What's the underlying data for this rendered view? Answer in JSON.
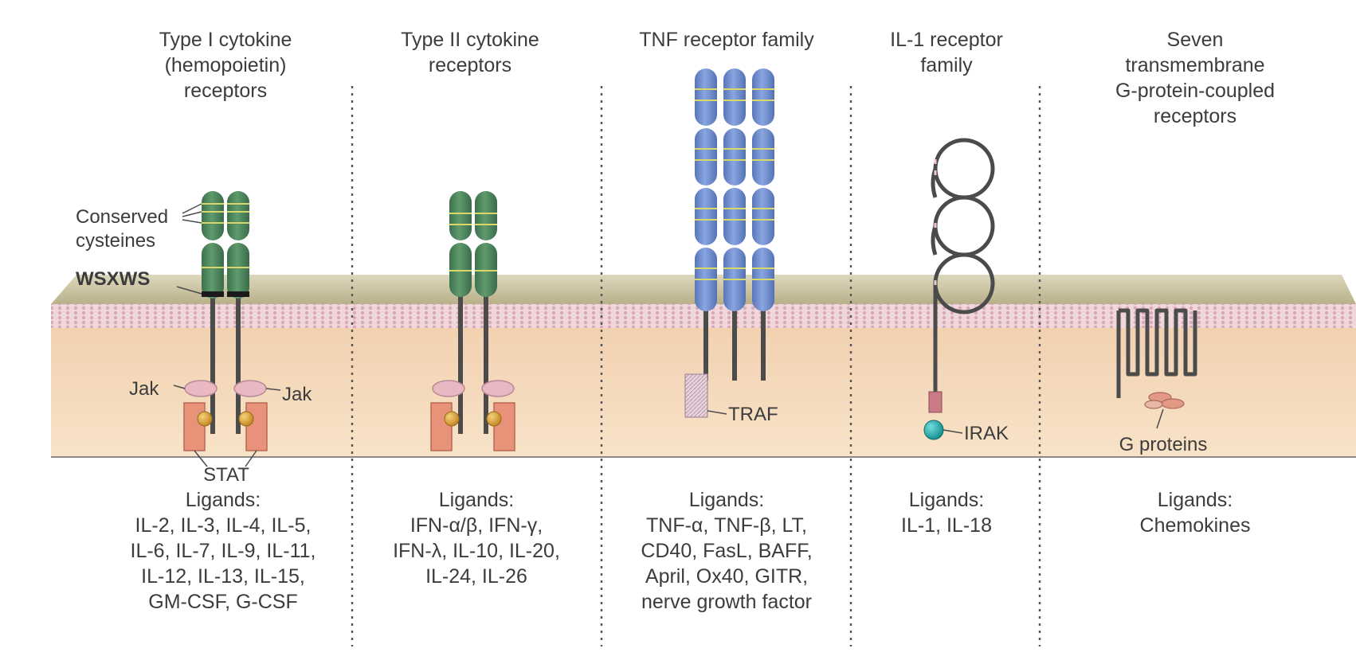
{
  "colors": {
    "receptor_green": "#4f8a5e",
    "receptor_blue": "#6f8fd0",
    "band_yellow": "#d8d86a",
    "membrane_top": "#c9c3a1",
    "membrane_stripe": "#e3bcc7",
    "cytoplasm": "#f4d9b8",
    "jak": "#e9b8c2",
    "stat": "#e8927a",
    "phospho": "#d39a2c",
    "irak": "#1fa5a8",
    "stalk": "#4b4b4b"
  },
  "panels": [
    {
      "id": "type1",
      "title_lines": [
        "Type I cytokine",
        "(hemopoietin)",
        "receptors"
      ],
      "labels": {
        "conserved_1": "Conserved",
        "conserved_2": "cysteines",
        "wsxws": "WSXWS",
        "jak_left": "Jak",
        "jak_right": "Jak",
        "stat": "STAT"
      },
      "ligands_heading": "Ligands:",
      "ligand_lines": [
        "IL-2, IL-3, IL-4, IL-5,",
        "IL-6, IL-7, IL-9, IL-11,",
        "IL-12, IL-13, IL-15,",
        "GM-CSF, G-CSF"
      ]
    },
    {
      "id": "type2",
      "title_lines": [
        "Type II cytokine",
        "receptors"
      ],
      "ligands_heading": "Ligands:",
      "ligand_lines": [
        "IFN-α/β, IFN-γ,",
        "IFN-λ, IL-10, IL-20,",
        "IL-24, IL-26"
      ]
    },
    {
      "id": "tnf",
      "title_lines": [
        "TNF receptor family"
      ],
      "labels": {
        "traf": "TRAF"
      },
      "ligands_heading": "Ligands:",
      "ligand_lines": [
        "TNF-α, TNF-β, LT,",
        "CD40, FasL, BAFF,",
        "April, Ox40, GITR,",
        "nerve growth factor"
      ]
    },
    {
      "id": "il1",
      "title_lines": [
        "IL-1 receptor",
        "family"
      ],
      "labels": {
        "irak": "IRAK"
      },
      "ligands_heading": "Ligands:",
      "ligand_lines": [
        "IL-1, IL-18"
      ]
    },
    {
      "id": "gpcr",
      "title_lines": [
        "Seven",
        "transmembrane",
        "G-protein-coupled",
        "receptors"
      ],
      "labels": {
        "gproteins": "G proteins"
      },
      "ligands_heading": "Ligands:",
      "ligand_lines": [
        "Chemokines"
      ]
    }
  ]
}
